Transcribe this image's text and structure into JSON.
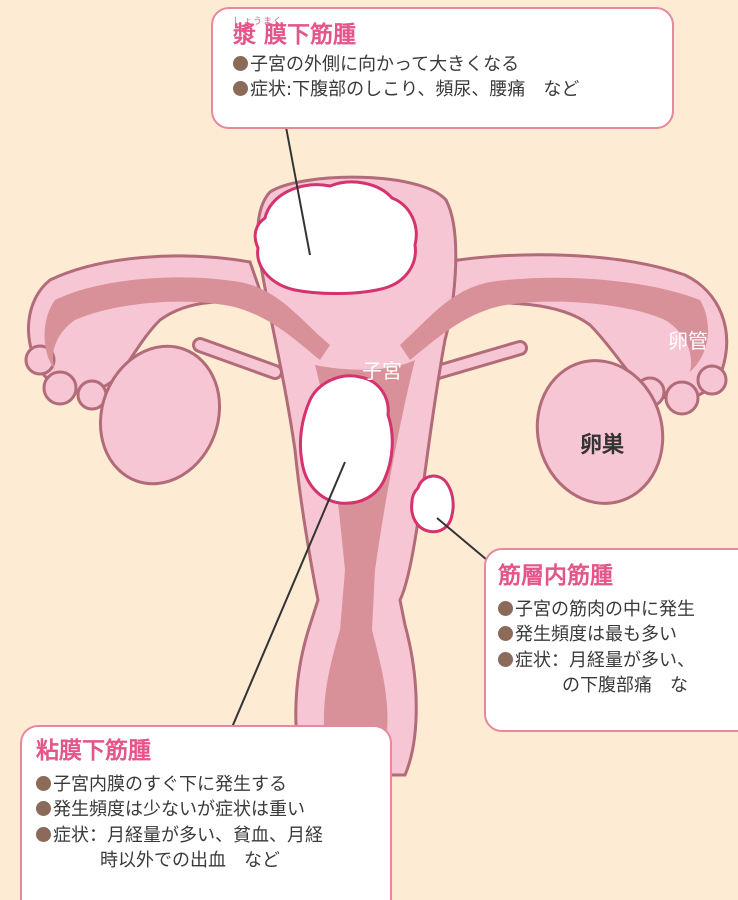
{
  "colors": {
    "background": "#fdebd3",
    "uterus_outer": "#f7c6d4",
    "uterus_outline": "#b26b78",
    "uterus_inner": "#d89199",
    "fibroid_fill": "#ffffff",
    "fibroid_border": "#d4336e",
    "title_pink": "#e4558a",
    "bullet": "#8c6a5a"
  },
  "labels": {
    "uterus": "子宮",
    "tube": "卵管",
    "ovary": "卵巣"
  },
  "subserosal": {
    "ruby": "しょうまく",
    "title": "漿 膜下筋腫",
    "line1": "子宮の外側に向かって大きくなる",
    "line2": "症状:下腹部のしこり、頻尿、腰痛　など"
  },
  "intramural": {
    "title": "筋層内筋腫",
    "line1": "子宮の筋肉の中に発生",
    "line2": "発生頻度は最も多い",
    "line3": "症状：月経量が多い、",
    "line4": "の下腹部痛　な"
  },
  "submucosal": {
    "title": "粘膜下筋腫",
    "line1": "子宮内膜のすぐ下に発生する",
    "line2": "発生頻度は少ないが症状は重い",
    "line3": "症状：月経量が多い、貧血、月経",
    "line4": "時以外での出血　など"
  }
}
